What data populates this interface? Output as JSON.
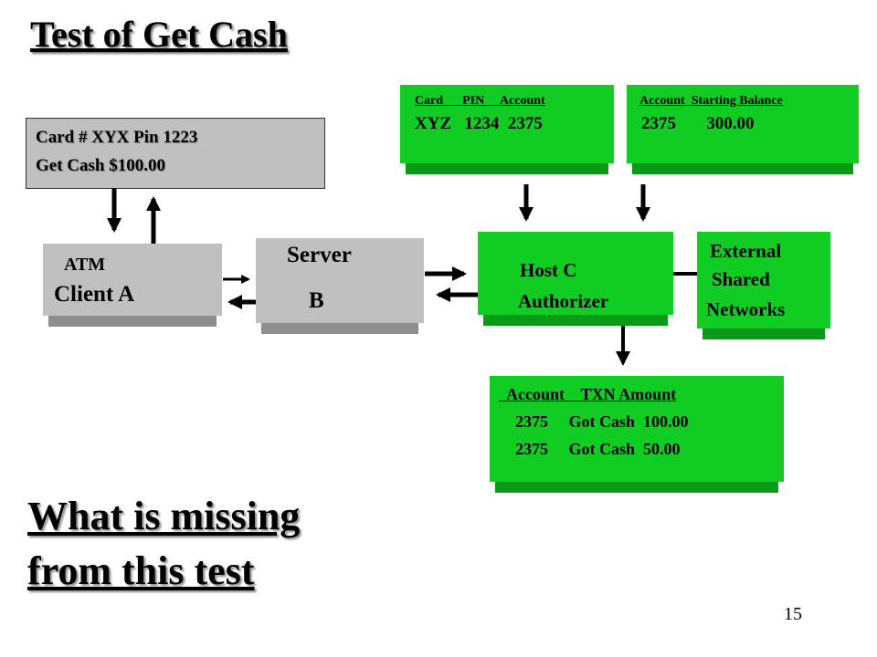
{
  "title": "Test of Get Cash",
  "question": [
    "What is missing",
    "from this test"
  ],
  "page_number": "15",
  "card_input": {
    "line1": "Card # XYX  Pin 1223",
    "line2": "Get Cash $100.00"
  },
  "atm": {
    "line1": "ATM",
    "line2": "Client A"
  },
  "server": {
    "line1": "Server",
    "line2": "B"
  },
  "host": {
    "line1": "Host  C",
    "line2": "Authorizer"
  },
  "external": {
    "line1": "External",
    "line2": "Shared",
    "line3": "Networks"
  },
  "card_table": {
    "header": "Card      PIN     Account",
    "row": "XYZ   1234  2375"
  },
  "balance_table": {
    "header": "Account  Starting Balance",
    "row": "2375       300.00"
  },
  "txn_table": {
    "header": "  Account    TXN Amount",
    "rows": [
      "2375     Got Cash  100.00",
      "2375     Got Cash  50.00"
    ]
  },
  "colors": {
    "green": "#11cc22",
    "gray": "#c0c0c0"
  }
}
